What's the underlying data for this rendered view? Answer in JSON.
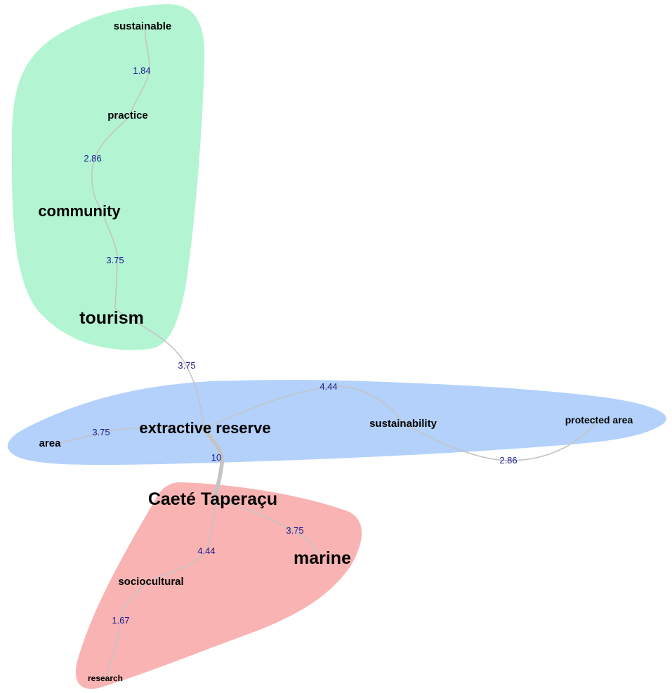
{
  "clusters": [
    {
      "id": "green",
      "color": "#b3f5d3"
    },
    {
      "id": "blue",
      "color": "#b3d1fb"
    },
    {
      "id": "red",
      "color": "#f9b3b3"
    }
  ],
  "nodes": {
    "sustainable": "sustainable",
    "practice": "practice",
    "community": "community",
    "tourism": "tourism",
    "area": "area",
    "extractive_reserve": "extractive reserve",
    "sustainability": "sustainability",
    "protected_area": "protected area",
    "caete_taperacu": "Caeté Taperaçu",
    "marine": "marine",
    "sociocultural": "sociocultural",
    "research": "research"
  },
  "edges": [
    {
      "id": "sustainable-practice",
      "weight": "1.84"
    },
    {
      "id": "practice-community",
      "weight": "2.86"
    },
    {
      "id": "community-tourism",
      "weight": "3.75"
    },
    {
      "id": "tourism-extractive",
      "weight": "3.75"
    },
    {
      "id": "area-extractive",
      "weight": "3.75"
    },
    {
      "id": "extractive-sustainability",
      "weight": "4.44"
    },
    {
      "id": "sustainability-protected",
      "weight": "2.86"
    },
    {
      "id": "extractive-caete",
      "weight": "10"
    },
    {
      "id": "caete-marine",
      "weight": "3.75"
    },
    {
      "id": "caete-sociocultural",
      "weight": "4.44"
    },
    {
      "id": "sociocultural-research",
      "weight": "1.67"
    }
  ],
  "style": {
    "edge_color": "#c4c4c4",
    "edge_label_color": "#1a1a8c",
    "node_label_color": "#000000"
  }
}
